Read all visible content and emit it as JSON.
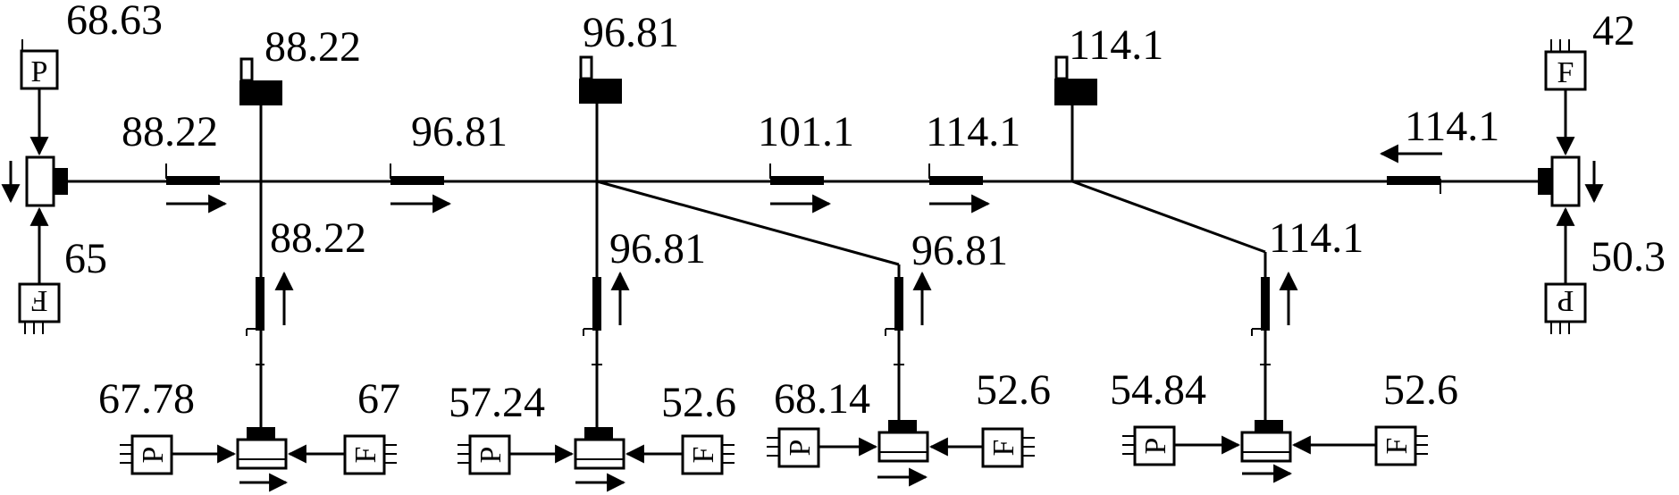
{
  "colors": {
    "stroke": "#000000",
    "background": "#ffffff"
  },
  "boxes": {
    "p": "P",
    "f": "F"
  },
  "labels": {
    "left_top": "68.63",
    "left_bottom": "65",
    "seg1": "88.22",
    "seg2": "96.81",
    "seg3": "101.1",
    "seg4": "114.1",
    "seg5": "114.1",
    "right_top": "42",
    "right_bottom": "50.3",
    "mast1": "88.22",
    "mast2": "96.81",
    "mast3": "114.1",
    "branch1": "88.22",
    "branch2": "96.81",
    "branch3": "96.81",
    "branch4": "114.1",
    "b1_left": "67.78",
    "b1_right": "67",
    "b2_left": "57.24",
    "b2_right": "52.6",
    "b3_left": "68.14",
    "b3_right": "52.6",
    "b4_left": "54.84",
    "b4_right": "52.6"
  }
}
